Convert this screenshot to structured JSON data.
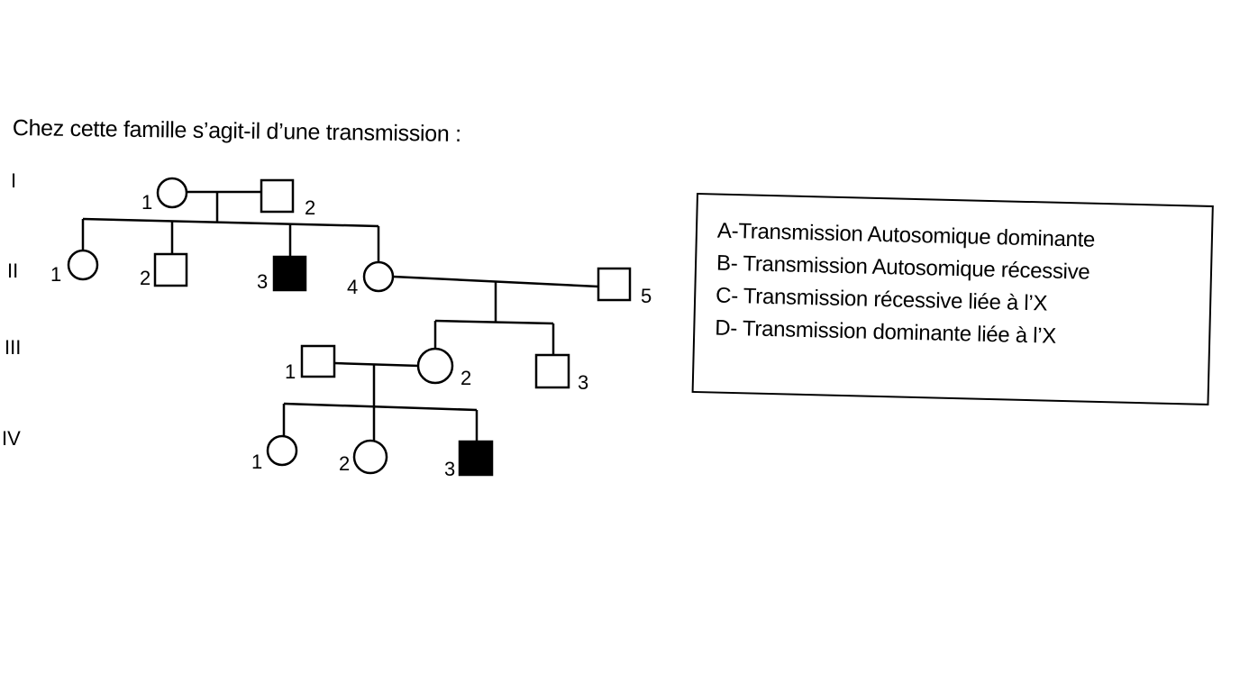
{
  "question": "Chez cette famille s’agit-il d’une transmission :",
  "generations": [
    "I",
    "II",
    "III",
    "IV"
  ],
  "pedigree": {
    "I": [
      {
        "n": "1",
        "sex": "female",
        "affected": false
      },
      {
        "n": "2",
        "sex": "male",
        "affected": false
      }
    ],
    "II": [
      {
        "n": "1",
        "sex": "female",
        "affected": false
      },
      {
        "n": "2",
        "sex": "male",
        "affected": false
      },
      {
        "n": "3",
        "sex": "male",
        "affected": true
      },
      {
        "n": "4",
        "sex": "female",
        "affected": false
      },
      {
        "n": "5",
        "sex": "male",
        "affected": false
      }
    ],
    "III": [
      {
        "n": "1",
        "sex": "male",
        "affected": false
      },
      {
        "n": "2",
        "sex": "female",
        "affected": false
      },
      {
        "n": "3",
        "sex": "male",
        "affected": false
      }
    ],
    "IV": [
      {
        "n": "1",
        "sex": "female",
        "affected": false
      },
      {
        "n": "2",
        "sex": "female",
        "affected": false
      },
      {
        "n": "3",
        "sex": "male",
        "affected": true
      }
    ]
  },
  "options": [
    "A-Transmission Autosomique dominante",
    "B- Transmission Autosomique récessive",
    "C- Transmission récessive liée à l’X",
    "D- Transmission dominante liée à l’X"
  ]
}
